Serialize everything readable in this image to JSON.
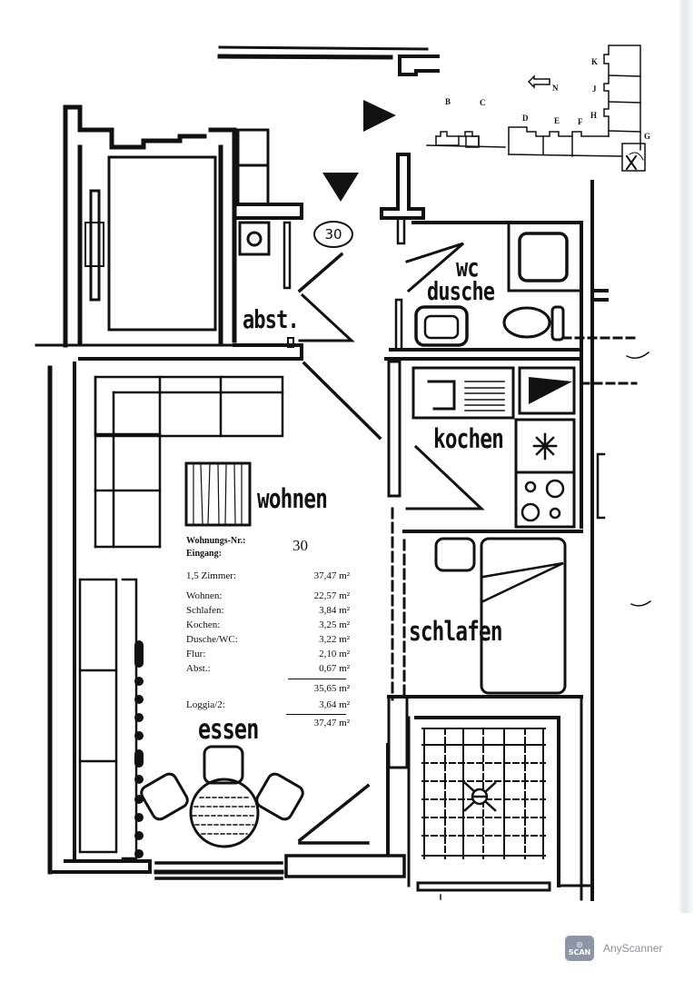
{
  "document": {
    "type": "floor-plan",
    "unit_number_badge": "30",
    "north_label": "N",
    "rooms": {
      "abst": "abst.",
      "wc": "wc",
      "dusche": "dusche",
      "kochen": "kochen",
      "wohnen": "wohnen",
      "schlafen": "schlafen",
      "essen": "essen"
    },
    "key_plan": {
      "letters": [
        "B",
        "C",
        "D",
        "E",
        "F",
        "G",
        "H",
        "J",
        "K"
      ]
    },
    "area_table": {
      "header": [
        {
          "label": "Wohnungs-Nr.:",
          "value": "30"
        },
        {
          "label": "Eingang:",
          "value": ""
        }
      ],
      "total_rooms_label": "1,5 Zimmer:",
      "total_rooms_value": "37,47 m²",
      "rows": [
        {
          "label": "Wohnen:",
          "value": "22,57 m²"
        },
        {
          "label": "Schlafen:",
          "value": "3,84 m²"
        },
        {
          "label": "Kochen:",
          "value": "3,25 m²"
        },
        {
          "label": "Dusche/WC:",
          "value": "3,22 m²"
        },
        {
          "label": "Flur:",
          "value": "2,10 m²"
        },
        {
          "label": "Abst.:",
          "value": "0,67 m²"
        }
      ],
      "subtotal": "35,65 m²",
      "loggia_label": "Loggia/2:",
      "loggia_value": "3,64 m²",
      "grand_total": "37,47 m²"
    }
  },
  "watermark": {
    "badge_text": "SCAN",
    "app_name": "AnyScanner"
  }
}
